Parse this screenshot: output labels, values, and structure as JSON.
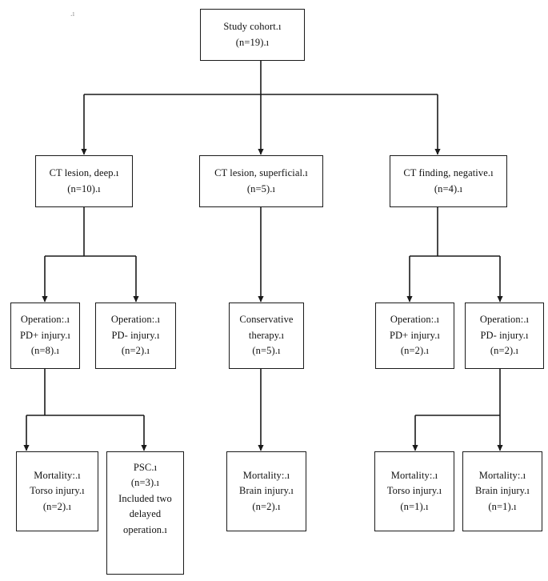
{
  "diagram": {
    "title": "Study cohort flow diagram",
    "stroke_color": "#1a1a1a",
    "text_color": "#111111",
    "background": "#ffffff",
    "stray_mark": ".ı"
  },
  "nodes": {
    "root": {
      "id": "study-cohort",
      "lines": [
        "Study cohort.ı",
        "(n=19).ı"
      ],
      "label": "Study cohort",
      "n": 19
    },
    "ct_deep": {
      "id": "ct-lesion-deep",
      "lines": [
        "CT lesion, deep.ı",
        "(n=10).ı"
      ],
      "label": "CT lesion, deep",
      "n": 10
    },
    "ct_superficial": {
      "id": "ct-lesion-superficial",
      "lines": [
        "CT lesion, superficial.ı",
        "(n=5).ı"
      ],
      "label": "CT lesion, superficial",
      "n": 5
    },
    "ct_negative": {
      "id": "ct-finding-negative",
      "lines": [
        "CT finding, negative.ı",
        "(n=4).ı"
      ],
      "label": "CT finding, negative",
      "n": 4
    },
    "op_pdplus_deep": {
      "id": "operation-pd-positive-deep",
      "lines": [
        "Operation:.ı",
        "PD+ injury.ı",
        "(n=8).ı"
      ],
      "label": "Operation: PD+ injury",
      "n": 8
    },
    "op_pdminus_deep": {
      "id": "operation-pd-negative-deep",
      "lines": [
        "Operation:.ı",
        "PD- injury.ı",
        "(n=2).ı"
      ],
      "label": "Operation: PD- injury",
      "n": 2
    },
    "conservative": {
      "id": "conservative-therapy",
      "lines": [
        "Conservative",
        "therapy.ı",
        "(n=5).ı"
      ],
      "label": "Conservative therapy",
      "n": 5
    },
    "op_pdplus_neg": {
      "id": "operation-pd-positive-negative-ct",
      "lines": [
        "Operation:.ı",
        "PD+ injury.ı",
        "(n=2).ı"
      ],
      "label": "Operation: PD+ injury",
      "n": 2
    },
    "op_pdminus_neg": {
      "id": "operation-pd-negative-negative-ct",
      "lines": [
        "Operation:.ı",
        "PD- injury.ı",
        "(n=2).ı"
      ],
      "label": "Operation: PD- injury",
      "n": 2
    },
    "mortality_torso_left": {
      "id": "mortality-torso-injury-left",
      "lines": [
        "Mortality:.ı",
        "Torso injury.ı",
        "(n=2).ı"
      ],
      "label": "Mortality: Torso injury",
      "n": 2
    },
    "psc": {
      "id": "psc",
      "lines": [
        "PSC.ı",
        "(n=3).ı",
        "Included two",
        "delayed",
        "operation.ı"
      ],
      "label": "PSC",
      "n": 3,
      "note": "Included two delayed operation"
    },
    "mortality_brain_mid": {
      "id": "mortality-brain-injury-middle",
      "lines": [
        "Mortality:.ı",
        "Brain injury.ı",
        "(n=2).ı"
      ],
      "label": "Mortality: Brain injury",
      "n": 2
    },
    "mortality_torso_right": {
      "id": "mortality-torso-injury-right",
      "lines": [
        "Mortality:.ı",
        "Torso injury.ı",
        "(n=1).ı"
      ],
      "label": "Mortality: Torso injury",
      "n": 1
    },
    "mortality_brain_right": {
      "id": "mortality-brain-injury-right",
      "lines": [
        "Mortality:.ı",
        "Brain injury.ı",
        "(n=1).ı"
      ],
      "label": "Mortality: Brain injury",
      "n": 1
    }
  }
}
